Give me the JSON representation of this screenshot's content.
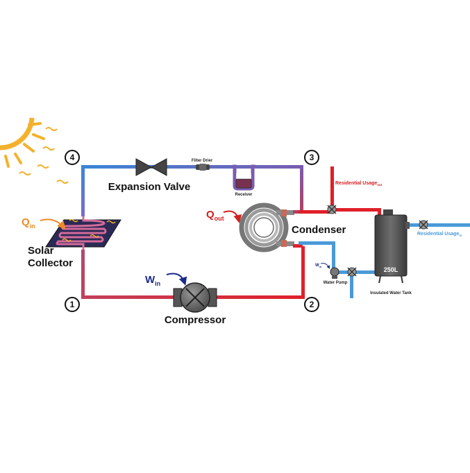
{
  "diagram": {
    "states": {
      "s1": "1",
      "s2": "2",
      "s3": "3",
      "s4": "4"
    },
    "components": {
      "expansion_valve": "Expansion Valve",
      "filter_drier": "Filter Drier",
      "receiver": "Receiver",
      "condenser": "Condenser",
      "compressor": "Compressor",
      "solar_collector_line1": "Solar",
      "solar_collector_line2": "Collector",
      "water_pump": "Water Pump",
      "tank_volume": "250L",
      "tank_label": "Insulated Water Tank"
    },
    "heat_work": {
      "q_in_main": "Q",
      "q_in_sub": "in",
      "q_out_main": "Q",
      "q_out_sub": "out",
      "w_in_main": "W",
      "w_in_sub": "in",
      "w_small_main": "W",
      "w_small_sub": "in"
    },
    "water_lines": {
      "usage_out_main": "Residential Usage",
      "usage_out_sub": "out",
      "usage_in_main": "Residential Usage",
      "usage_in_sub": "in"
    },
    "colors": {
      "hot_red": "#e0202a",
      "mid_red": "#c2405a",
      "cold_blue": "#3a86d8",
      "purple": "#7a5cb0",
      "water_blue": "#4a9ad8",
      "sun": "#f4b12c",
      "q_in": "#f08a24",
      "q_out": "#d42020",
      "w_in": "#1a2a8c",
      "usage_in_text": "#4a9ad8",
      "usage_out_text": "#d42020"
    }
  }
}
